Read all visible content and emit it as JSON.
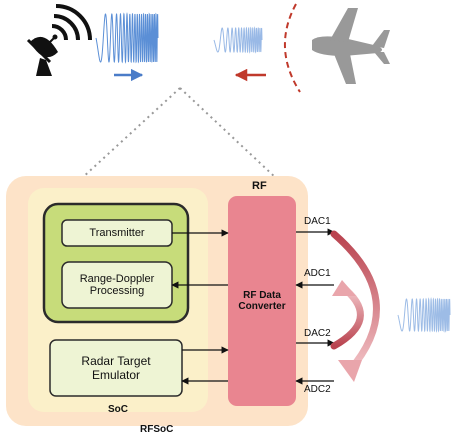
{
  "labels": {
    "rf": "RF",
    "soc": "SoC",
    "rfsoc": "RFSoC",
    "transmitter": "Transmitter",
    "range_doppler_line1": "Range-Doppler",
    "range_doppler_line2": "Processing",
    "rdc_line1": "RF Data",
    "rdc_line2": "Converter",
    "rte_line1": "Radar Target",
    "rte_line2": "Emulator",
    "dac1": "DAC1",
    "adc1": "ADC1",
    "dac2": "DAC2",
    "adc2": "ADC2"
  },
  "colors": {
    "rfsoc_fill": "#fde3c8",
    "soc_fill": "#fbf0c9",
    "processing_outer_fill": "#c7dc7a",
    "block_fill": "#eef4d4",
    "block_stroke": "#2b2b2b",
    "rdc_fill": "#e98590",
    "wave_blue": "#5b8fd6",
    "arrow_blue": "#4a7cc8",
    "arrow_red": "#c0392b",
    "loop_red": "#c5606a",
    "loop_pink": "#e9a5ab",
    "radar_dish": "#111111",
    "airplane": "#999999"
  },
  "icons": [
    "radar-dish-icon",
    "airplane-icon"
  ]
}
